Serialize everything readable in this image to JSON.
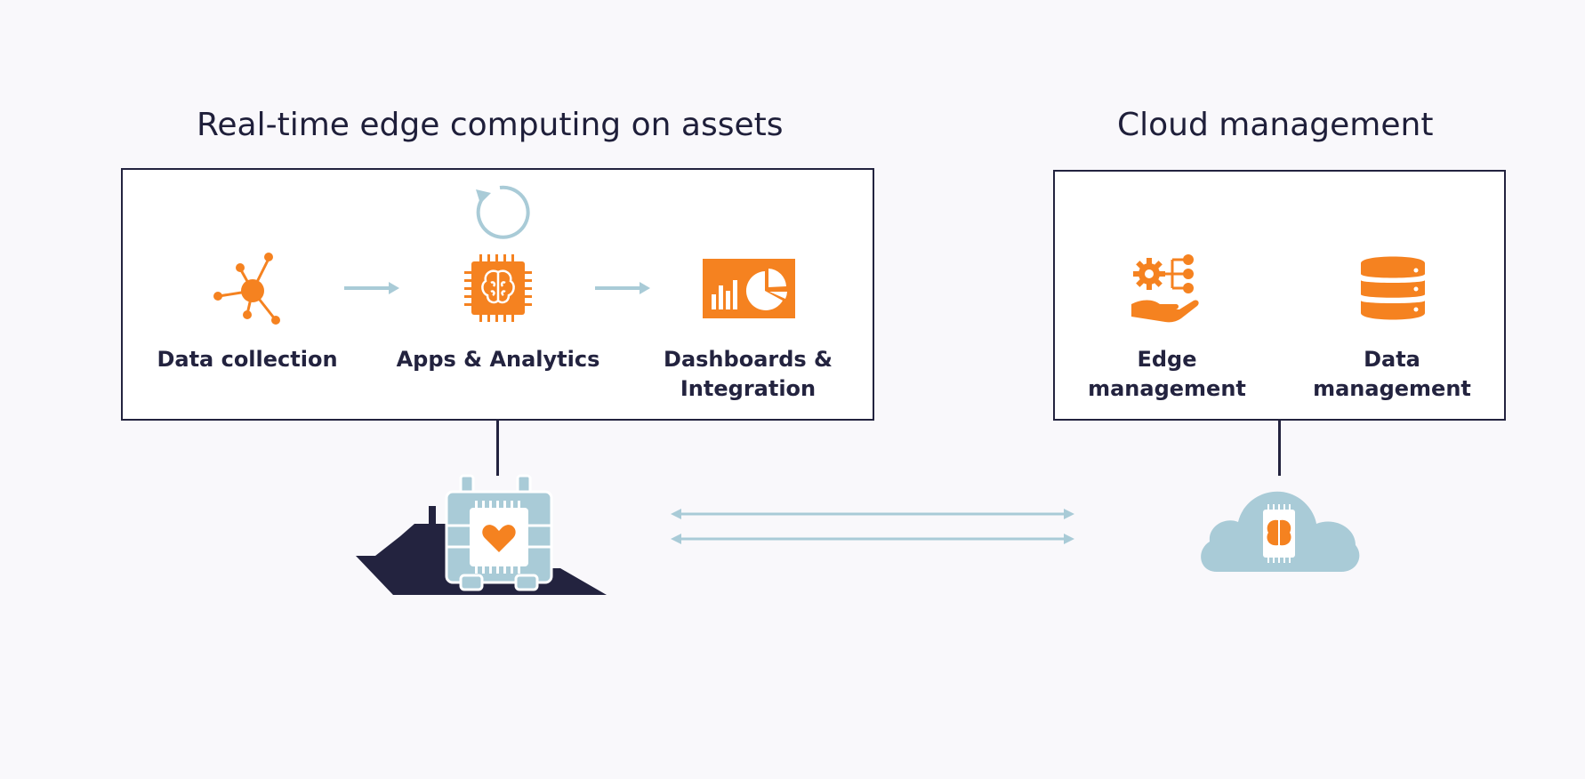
{
  "left_section": {
    "title": "Real-time edge computing on assets",
    "steps": [
      {
        "label": "Data collection",
        "icon": "network-nodes-icon"
      },
      {
        "label": "Apps & Analytics",
        "icon": "brain-chip-icon"
      },
      {
        "label": "Dashboards & Integration",
        "icon": "dashboard-chart-icon"
      }
    ]
  },
  "right_section": {
    "title": "Cloud management",
    "items": [
      {
        "label": "Edge management",
        "icon": "gear-hand-icon"
      },
      {
        "label": "Data management",
        "icon": "database-icon"
      }
    ]
  },
  "colors": {
    "accent": "#f58220",
    "light_blue": "#a9cbd7",
    "navy": "#23233f",
    "background": "#f9f8fb"
  }
}
